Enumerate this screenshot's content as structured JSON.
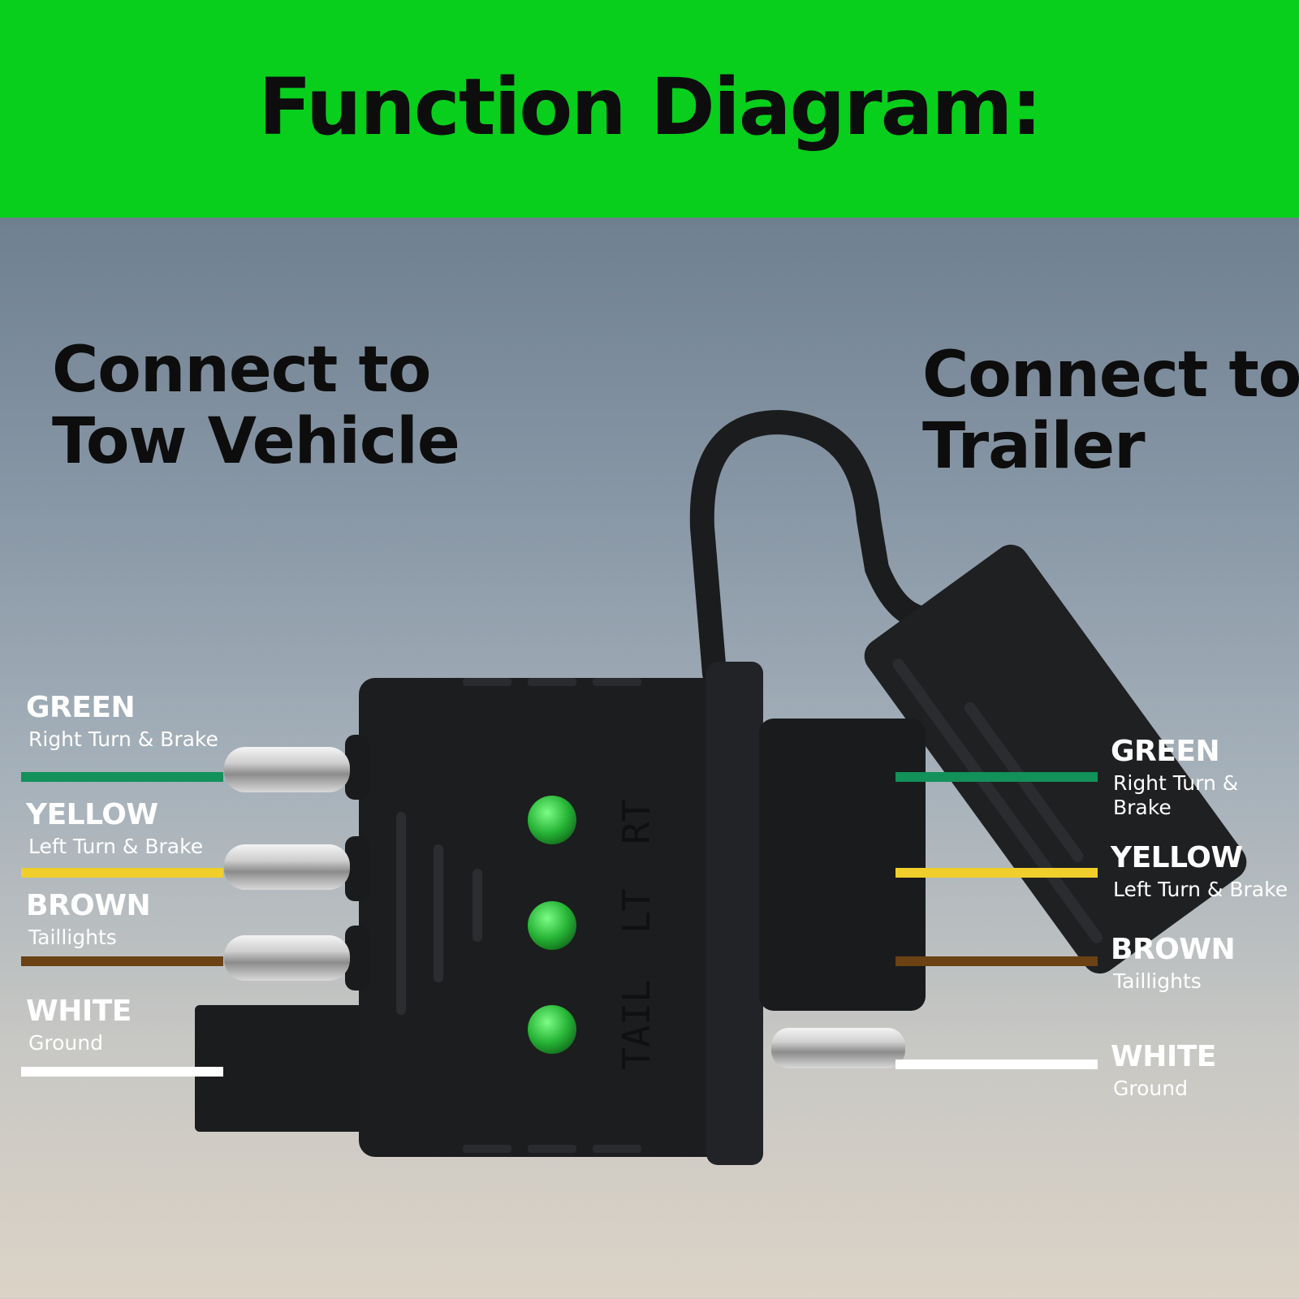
{
  "title": "Function Diagram:",
  "headings": {
    "left": [
      "Connect to",
      "Tow Vehicle"
    ],
    "right": [
      "Connect to",
      "Trailer"
    ]
  },
  "connector_markings": [
    "TAIL",
    "LT",
    "RT"
  ],
  "wires": {
    "left": [
      {
        "color_name": "GREEN",
        "function": "Right Turn & Brake",
        "hex": "#12915a"
      },
      {
        "color_name": "YELLOW",
        "function": "Left Turn & Brake",
        "hex": "#f0cf2c"
      },
      {
        "color_name": "BROWN",
        "function": "Taillights",
        "hex": "#6b4214"
      },
      {
        "color_name": "WHITE",
        "function": "Ground",
        "hex": "#ffffff"
      }
    ],
    "right": [
      {
        "color_name": "GREEN",
        "function_lines": [
          "Right Turn &",
          "Brake"
        ],
        "hex": "#12915a"
      },
      {
        "color_name": "YELLOW",
        "function": "Left Turn & Brake",
        "hex": "#f0cf2c"
      },
      {
        "color_name": "BROWN",
        "function": "Taillights",
        "hex": "#6b4214"
      },
      {
        "color_name": "WHITE",
        "function": "Ground",
        "hex": "#ffffff"
      }
    ]
  },
  "colors": {
    "header_bg": "#07cf1c",
    "connector_body": "#1c1d1f",
    "led": "#2bbd3c"
  }
}
